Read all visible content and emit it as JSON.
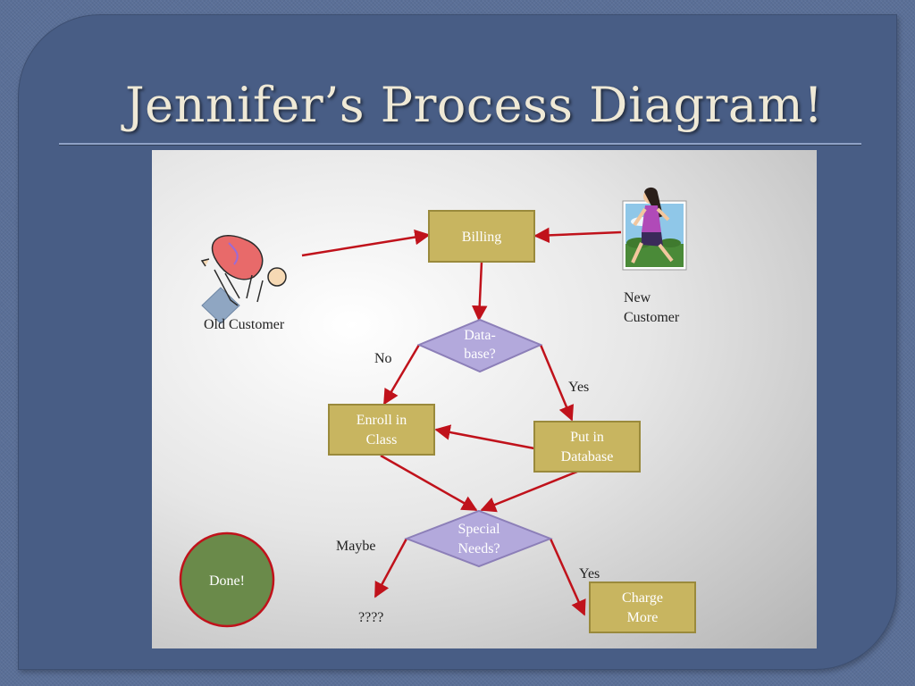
{
  "slide": {
    "title": "Jennifer’s Process Diagram!"
  },
  "colors": {
    "process_box_fill": "#c8b560",
    "process_box_stroke": "#9a8a3c",
    "decision_fill": "#b3a9dc",
    "decision_stroke": "#8c7fb8",
    "arrow": "#c0121b",
    "done_fill": "#6a8a4a",
    "done_stroke": "#c0121b",
    "slide_background": "#485d85",
    "title_text": "#efe9d6"
  },
  "diagram": {
    "nodes": {
      "billing": {
        "lines": [
          "Billing"
        ]
      },
      "database_decision": {
        "lines": [
          "Data-",
          "base?"
        ]
      },
      "enroll": {
        "lines": [
          "Enroll in",
          "Class"
        ]
      },
      "put_in_db": {
        "lines": [
          "Put in",
          "Database"
        ]
      },
      "special_needs": {
        "lines": [
          "Special",
          "Needs?"
        ]
      },
      "charge_more": {
        "lines": [
          "Charge",
          "More"
        ]
      },
      "done": {
        "lines": [
          "Done!"
        ]
      }
    },
    "labels": {
      "old_customer": "Old Customer",
      "new_customer_line1": "New",
      "new_customer_line2": "Customer",
      "no": "No",
      "yes_database": "Yes",
      "maybe": "Maybe",
      "yes_special": "Yes",
      "unknown": "????"
    },
    "icons": {
      "old_customer": "bent-over-person-clipart",
      "new_customer": "jogging-woman-clipart"
    }
  }
}
